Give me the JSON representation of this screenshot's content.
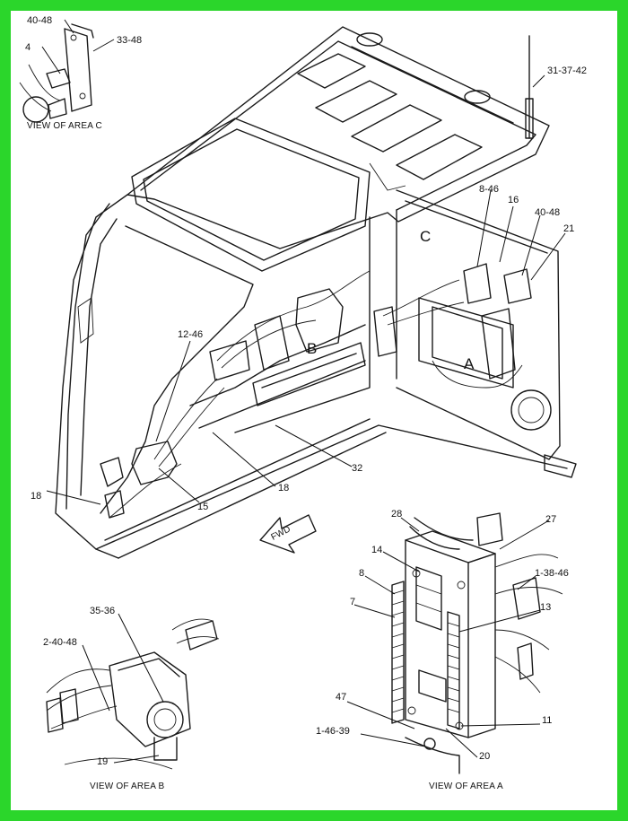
{
  "callouts": {
    "c_40_48_top": "40-48",
    "c_4": "4",
    "c_33_48": "33-48",
    "c_31_37_42": "31-37-42",
    "c_8_46": "8-46",
    "c_16": "16",
    "c_40_48_right": "40-48",
    "c_21": "21",
    "c_12_46": "12-46",
    "c_32": "32",
    "c_18_mid": "18",
    "c_18_left": "18",
    "c_15": "15",
    "c_28": "28",
    "c_27": "27",
    "c_14": "14",
    "c_8": "8",
    "c_1_38_46": "1-38-46",
    "c_7": "7",
    "c_13": "13",
    "c_35_36": "35-36",
    "c_2_40_48": "2-40-48",
    "c_47": "47",
    "c_11": "11",
    "c_1_46_39": "1-46-39",
    "c_20": "20",
    "c_19": "19"
  },
  "area_letters": {
    "A": "A",
    "B": "B",
    "C": "C"
  },
  "captions": {
    "view_c": "VIEW OF AREA C",
    "view_b": "VIEW OF AREA B",
    "view_a": "VIEW OF AREA A"
  },
  "fwd_label": "FWD",
  "colors": {
    "frame": "#2bd62b",
    "line": "#1a1a1a",
    "background": "#ffffff"
  }
}
